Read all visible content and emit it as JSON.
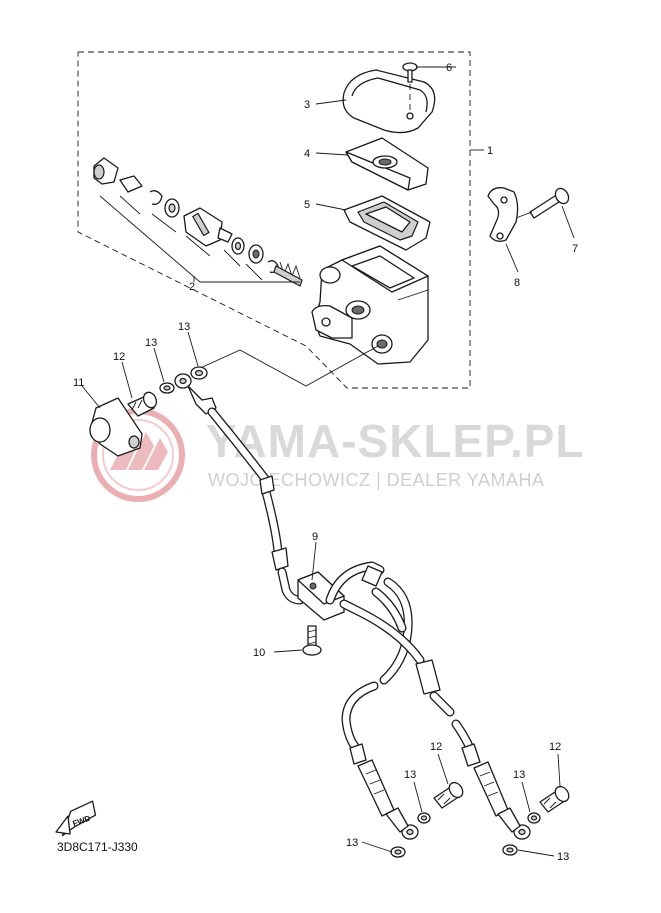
{
  "watermark": {
    "title": "YAMA-SKLEP.PL",
    "subtitle": "WOJCIECHOWICZ | DEALER YAMAHA",
    "logo_color": "#e8a2a6"
  },
  "diagram_code": "3D8C171-J330",
  "fwd_label": "FWD",
  "callouts": {
    "c1": "1",
    "c2": "2",
    "c3": "3",
    "c4": "4",
    "c5": "5",
    "c6": "6",
    "c7": "7",
    "c8": "8",
    "c9": "9",
    "c10": "10",
    "c11": "11",
    "c12a": "12",
    "c12b": "12",
    "c12c": "12",
    "c13a": "13",
    "c13b": "13",
    "c13c": "13",
    "c13d": "13",
    "c13e": "13",
    "c13f": "13"
  }
}
